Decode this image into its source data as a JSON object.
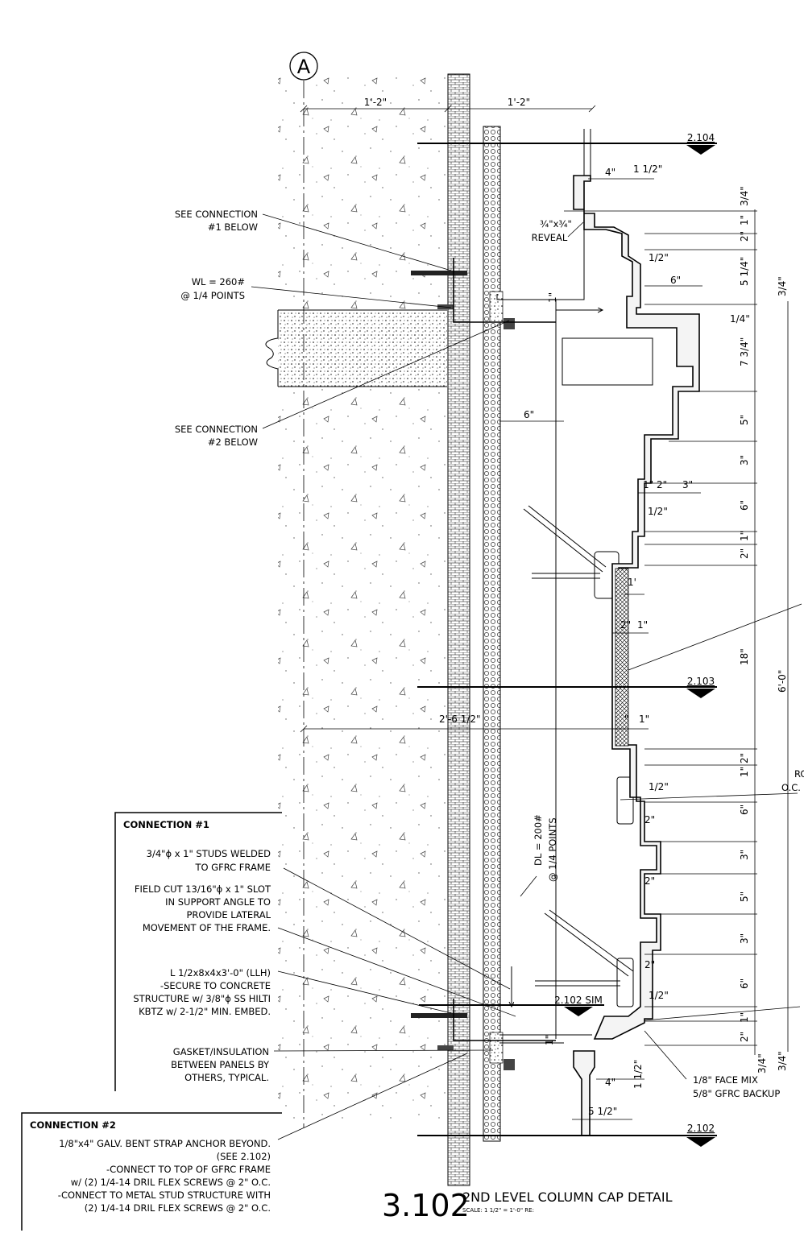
{
  "grid_bubble": "A",
  "top_dims": {
    "left": "1'-2\"",
    "right": "1'-2\""
  },
  "level_marks": [
    {
      "label": "2.104"
    },
    {
      "label": "2.103"
    },
    {
      "label": "2.102 SIM"
    },
    {
      "label": "2.102"
    }
  ],
  "left_notes": {
    "see_conn1": [
      "SEE CONNECTION",
      "#1 BELOW"
    ],
    "wl": [
      "WL = 260#",
      "@ 1/4 POINTS"
    ],
    "see_conn2": [
      "SEE CONNECTION",
      "#2 BELOW"
    ]
  },
  "reveal_note": [
    "¾\"x¾\"",
    "REVEAL"
  ],
  "inner_dims": {
    "six_top": "6\"",
    "six_mid": "6\"",
    "width": "2'-6 1/2\"",
    "one_top": "1\"",
    "one_bot": "1\""
  },
  "cap_dims": {
    "four_top": "4\"",
    "one_half_top": "1 1/2\"",
    "half_a": "1/2\"",
    "one_a": "1\"",
    "two_a": "2\"",
    "three_a": "3\"",
    "half_b": "1/2\"",
    "one_b": "1'",
    "two_b": "2\"",
    "one_c": "1\"",
    "one_d": "\"",
    "one_e": "1\"",
    "half_c": "1/2\"",
    "two_c": "2\"",
    "two_d": "2\"",
    "two_e": "2\"",
    "half_d": "1/2\"",
    "four_bot": "4\"",
    "one_half_bot": "1 1/2\"",
    "five_half": "5 1/2\""
  },
  "right_dims": [
    "3/4\"",
    "1\"",
    "2\"",
    "5 1/4\"",
    "7 3/4\"",
    "5\"",
    "3\"",
    "6\"",
    "1\"",
    "2\"",
    "18\"",
    "1\"",
    "2\"",
    "6\"",
    "3\"",
    "5\"",
    "3\"",
    "6\"",
    "1\"",
    "2\"",
    "3/4\""
  ],
  "far_right_dims": {
    "three_quarter_top": "3/4\"",
    "quarter": "1/4\"",
    "overall": "6'-0\"",
    "three_quarter_bot": "3/4\""
  },
  "edge_note": [
    "RC",
    "O.C."
  ],
  "dl_note": [
    "DL = 200#",
    "@ 1/4 POINTS"
  ],
  "face_note": [
    "1/8\" FACE MIX",
    "5/8\" GFRC BACKUP"
  ],
  "connection1": {
    "title": "CONNECTION #1",
    "note1": [
      "3/4\"ϕ x 1\" STUDS WELDED",
      "TO GFRC FRAME"
    ],
    "note2": [
      "FIELD CUT 13/16\"ϕ x 1\" SLOT",
      "IN SUPPORT ANGLE TO",
      "PROVIDE LATERAL",
      "MOVEMENT OF THE FRAME."
    ],
    "note3": [
      "L 1/2x8x4x3'-0\" (LLH)",
      "-SECURE TO CONCRETE",
      "STRUCTURE w/ 3/8\"ϕ SS HILTI",
      "KBTZ w/ 2-1/2\" MIN. EMBED."
    ],
    "note4": [
      "GASKET/INSULATION",
      "BETWEEN PANELS BY",
      "OTHERS, TYPICAL."
    ]
  },
  "connection2": {
    "title": "CONNECTION #2",
    "lines": [
      "1/8\"x4\" GALV. BENT STRAP ANCHOR BEYOND.",
      "(SEE 2.102)",
      "-CONNECT TO TOP OF GFRC FRAME",
      "w/ (2) 1/4-14 DRIL FLEX SCREWS @ 2\" O.C.",
      "-CONNECT TO METAL STUD STRUCTURE WITH",
      "(2) 1/4-14 DRIL FLEX SCREWS @ 2\" O.C."
    ]
  },
  "detail": {
    "number": "3.102",
    "title": "2ND LEVEL COLUMN CAP DETAIL",
    "scale": "SCALE:   1 1/2\" = 1'-0\"   RE:"
  }
}
